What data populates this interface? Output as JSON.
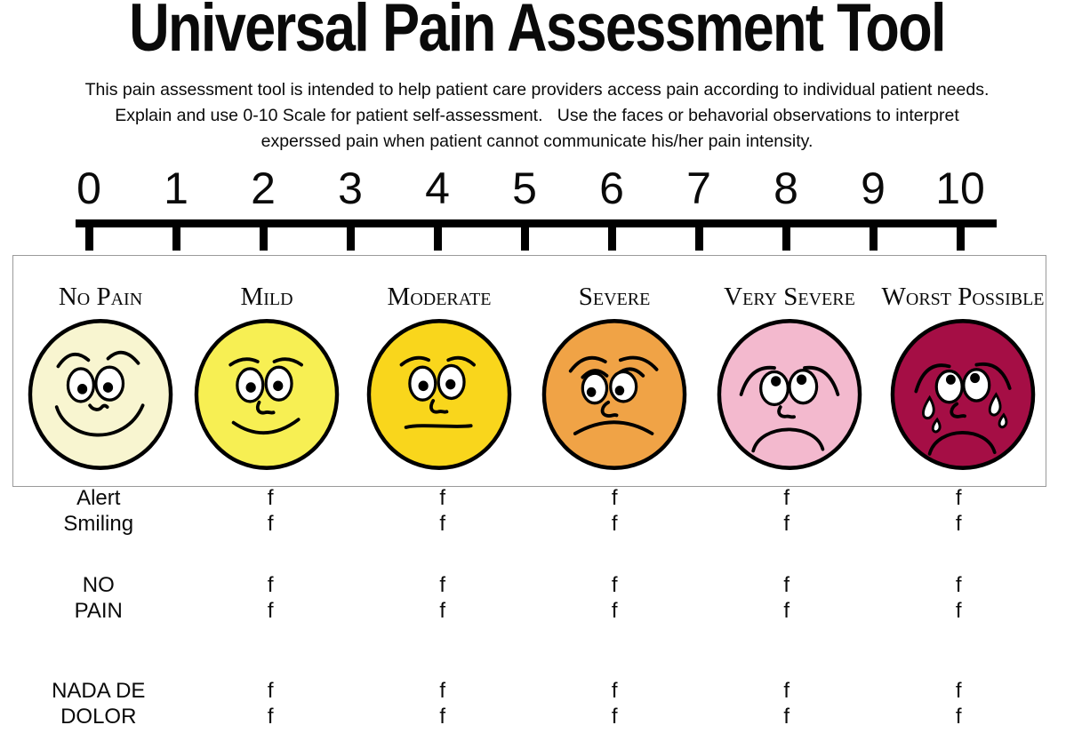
{
  "page": {
    "title": "Universal Pain Assessment Tool",
    "subtitle_lines": [
      "This pain assessment tool is intended to help patient care providers access pain according to individual patient needs.",
      "Explain and use 0-10 Scale for patient self-assessment.   Use the faces or behavorial observations to interpret",
      "experssed pain when patient cannot communicate his/her pain intensity."
    ]
  },
  "scale": {
    "numbers": [
      "0",
      "1",
      "2",
      "3",
      "4",
      "5",
      "6",
      "7",
      "8",
      "9",
      "10"
    ]
  },
  "faces": [
    {
      "label": "No Pain",
      "color": "#F8F5D0"
    },
    {
      "label": "Mild",
      "color": "#F7EF53"
    },
    {
      "label": "Moderate",
      "color": "#F9D61C"
    },
    {
      "label": "Severe",
      "color": "#F0A346"
    },
    {
      "label": "Very Severe",
      "color": "#F3B9CE"
    },
    {
      "label": "Worst Possible",
      "color": "#A50E45"
    }
  ],
  "observations": {
    "rows": [
      {
        "label": "Alert",
        "cells": [
          "f",
          "f",
          "f",
          "f",
          "f"
        ]
      },
      {
        "label": "Smiling",
        "cells": [
          "f",
          "f",
          "f",
          "f",
          "f"
        ]
      },
      {
        "label": "NO",
        "cells": [
          "f",
          "f",
          "f",
          "f",
          "f"
        ]
      },
      {
        "label": "PAIN",
        "cells": [
          "f",
          "f",
          "f",
          "f",
          "f"
        ]
      },
      {
        "label": "NADA DE",
        "cells": [
          "f",
          "f",
          "f",
          "f",
          "f"
        ]
      },
      {
        "label": "DOLOR",
        "cells": [
          "f",
          "f",
          "f",
          "f",
          "f"
        ]
      }
    ]
  }
}
